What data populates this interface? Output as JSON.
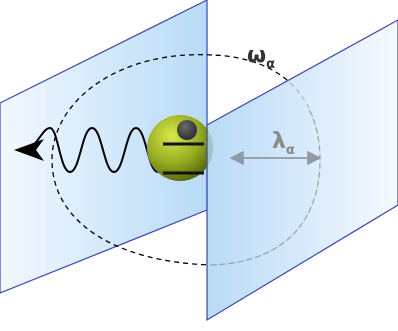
{
  "labels": {
    "omega": "ω",
    "omega_sub": "α",
    "lambda": "λ",
    "lambda_sub": "α"
  },
  "colors": {
    "mirror_edge": "#3a44b8",
    "mirror_fill_light": "#f2f8ff",
    "mirror_fill_dark": "#b8dbf6",
    "atom_light": "#c9dc3a",
    "atom_dark": "#5c6d10",
    "electron": "#3c3c3c",
    "level_line": "#111111",
    "wave": "#000000",
    "cavity_mode": "#000000",
    "label_omega": "#333333",
    "label_lambda": "#8a8a8a",
    "lambda_arrow": "#8e9aa3"
  }
}
